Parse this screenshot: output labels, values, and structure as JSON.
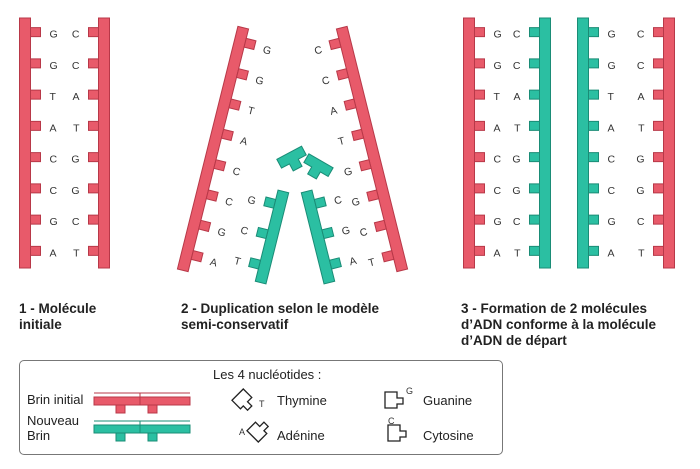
{
  "colors": {
    "initial": "#e85a6a",
    "initial_stroke": "#b83848",
    "new": "#2bbfa2",
    "new_stroke": "#1a8c76"
  },
  "panel1": {
    "caption": [
      "1 - Molécule",
      "initiale"
    ],
    "left_bases": [
      "G",
      "G",
      "T",
      "A",
      "C",
      "C",
      "G",
      "A"
    ],
    "right_bases": [
      "C",
      "C",
      "A",
      "T",
      "G",
      "G",
      "C",
      "T"
    ]
  },
  "panel2": {
    "caption": [
      "2 - Duplication selon le modèle",
      "semi-conservatif"
    ],
    "left_old_bases": [
      "G",
      "G",
      "T",
      "A",
      "C",
      "C",
      "G",
      "A"
    ],
    "right_old_bases": [
      "C",
      "C",
      "A",
      "T",
      "G",
      "G",
      "C",
      "T"
    ],
    "left_new_bases": [
      "G",
      "C",
      "T"
    ],
    "right_new_bases": [
      "C",
      "G",
      "A"
    ]
  },
  "panel3": {
    "caption": [
      "3 - Formation de 2 molécules",
      "d’ADN conforme à la molécule",
      "d’ADN de départ"
    ],
    "m1_left_bases": [
      "G",
      "G",
      "T",
      "A",
      "C",
      "C",
      "G",
      "A"
    ],
    "m1_right_bases": [
      "C",
      "C",
      "A",
      "T",
      "G",
      "G",
      "C",
      "T"
    ],
    "m2_left_bases": [
      "G",
      "G",
      "T",
      "A",
      "C",
      "C",
      "G",
      "A"
    ],
    "m2_right_bases": [
      "C",
      "C",
      "A",
      "T",
      "G",
      "G",
      "C",
      "T"
    ]
  },
  "legend": {
    "title": "Les 4 nucléotides :",
    "brin_initial": "Brin initial",
    "nouveau_brin": [
      "Nouveau",
      "Brin"
    ],
    "thymine": "Thymine",
    "thymine_letter": "T",
    "adenine": "Adénine",
    "adenine_letter": "A",
    "guanine": "Guanine",
    "guanine_letter": "G",
    "cytosine": "Cytosine",
    "cytosine_letter": "C"
  }
}
